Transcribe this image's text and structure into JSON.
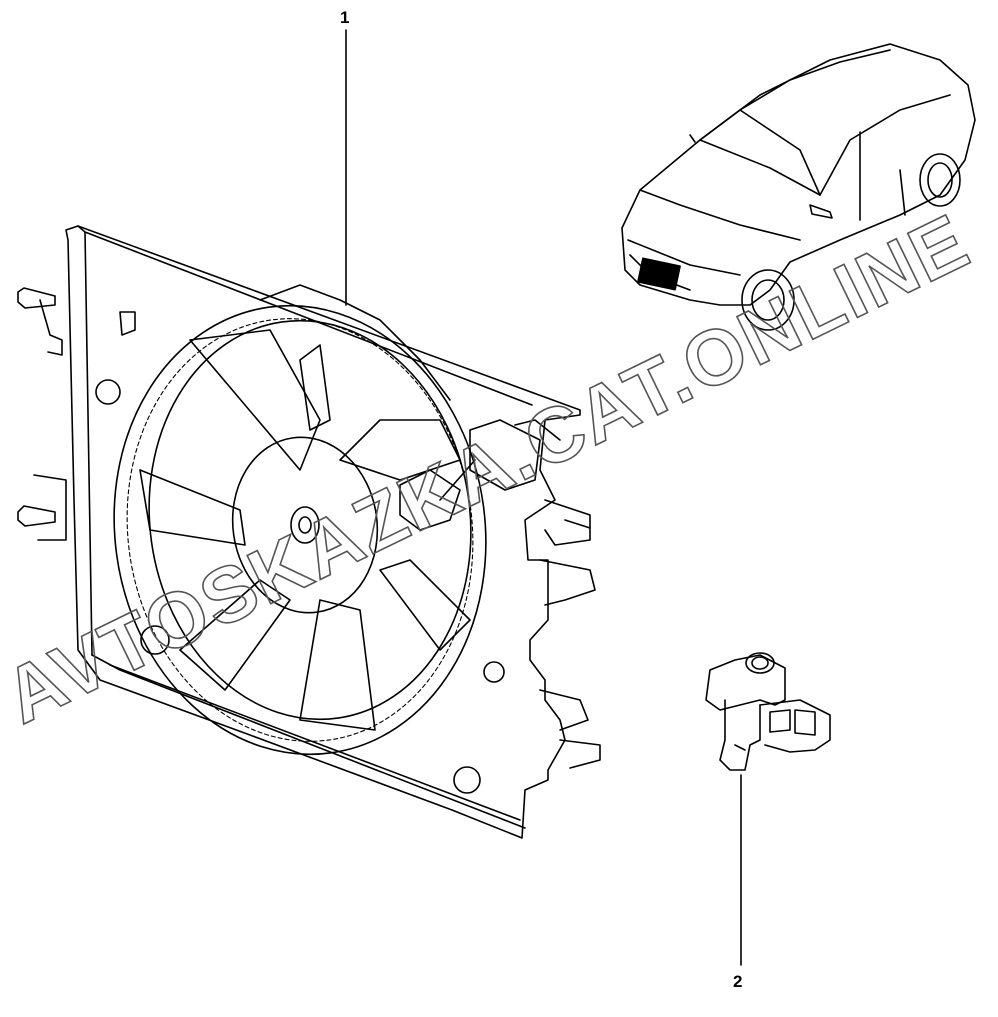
{
  "diagram": {
    "callouts": [
      {
        "id": "1",
        "label": "1",
        "part": "cooling fan assembly"
      },
      {
        "id": "2",
        "label": "2",
        "part": "fan resistor"
      }
    ],
    "watermark": "AVTOSKAZKA.CAT.ONLINE",
    "colors": {
      "line": "#000000",
      "background": "#ffffff",
      "watermark": "#555555"
    }
  }
}
